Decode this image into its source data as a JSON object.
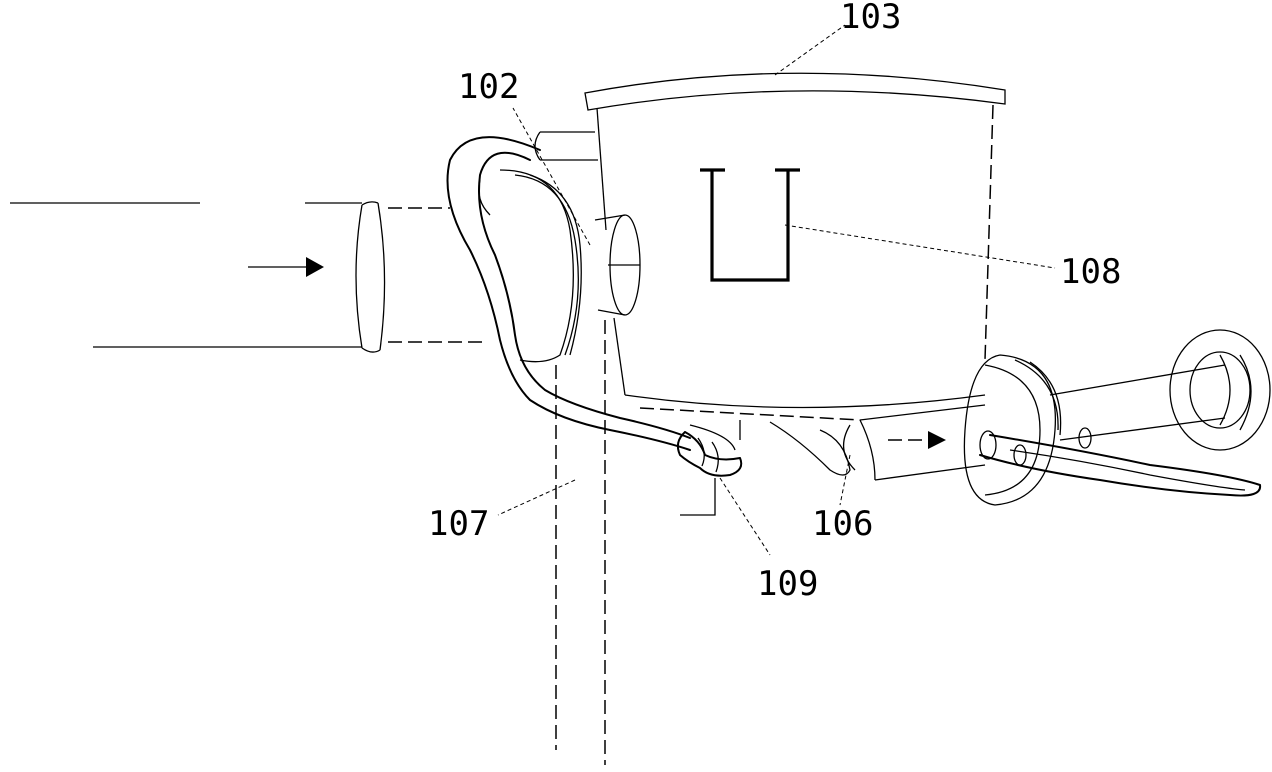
{
  "labels": {
    "l103": "103",
    "l102": "102",
    "l108": "108",
    "l107": "107",
    "l106": "106",
    "l109": "109"
  }
}
